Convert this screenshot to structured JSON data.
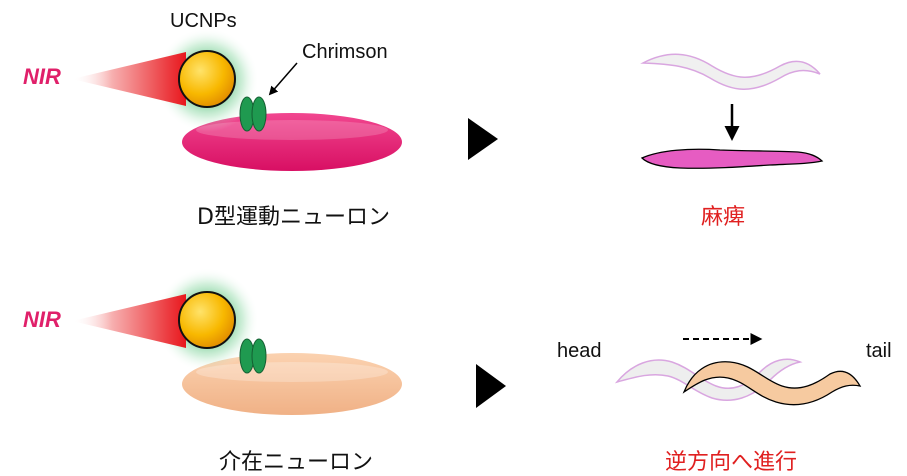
{
  "top": {
    "nir_label": "NIR",
    "ucnps_label": "UCNPs",
    "chrimson_label": "Chrimson",
    "neuron_label": "D型運動ニューロン",
    "result_label": "麻痺",
    "neuron_color": "#e8176f",
    "worm_color": "#e65cc2"
  },
  "bottom": {
    "nir_label": "NIR",
    "neuron_label": "介在ニューロン",
    "head_label": "head",
    "tail_label": "tail",
    "result_label": "逆方向へ進行",
    "neuron_color": "#f8c39a",
    "worm_color": "#f6caa0"
  },
  "colors": {
    "nir_text": "#e0206a",
    "result_text": "#e02020",
    "chrimson": "#1f9a50",
    "ucnp": "#f5b800",
    "glow": "#3fbf6a"
  }
}
